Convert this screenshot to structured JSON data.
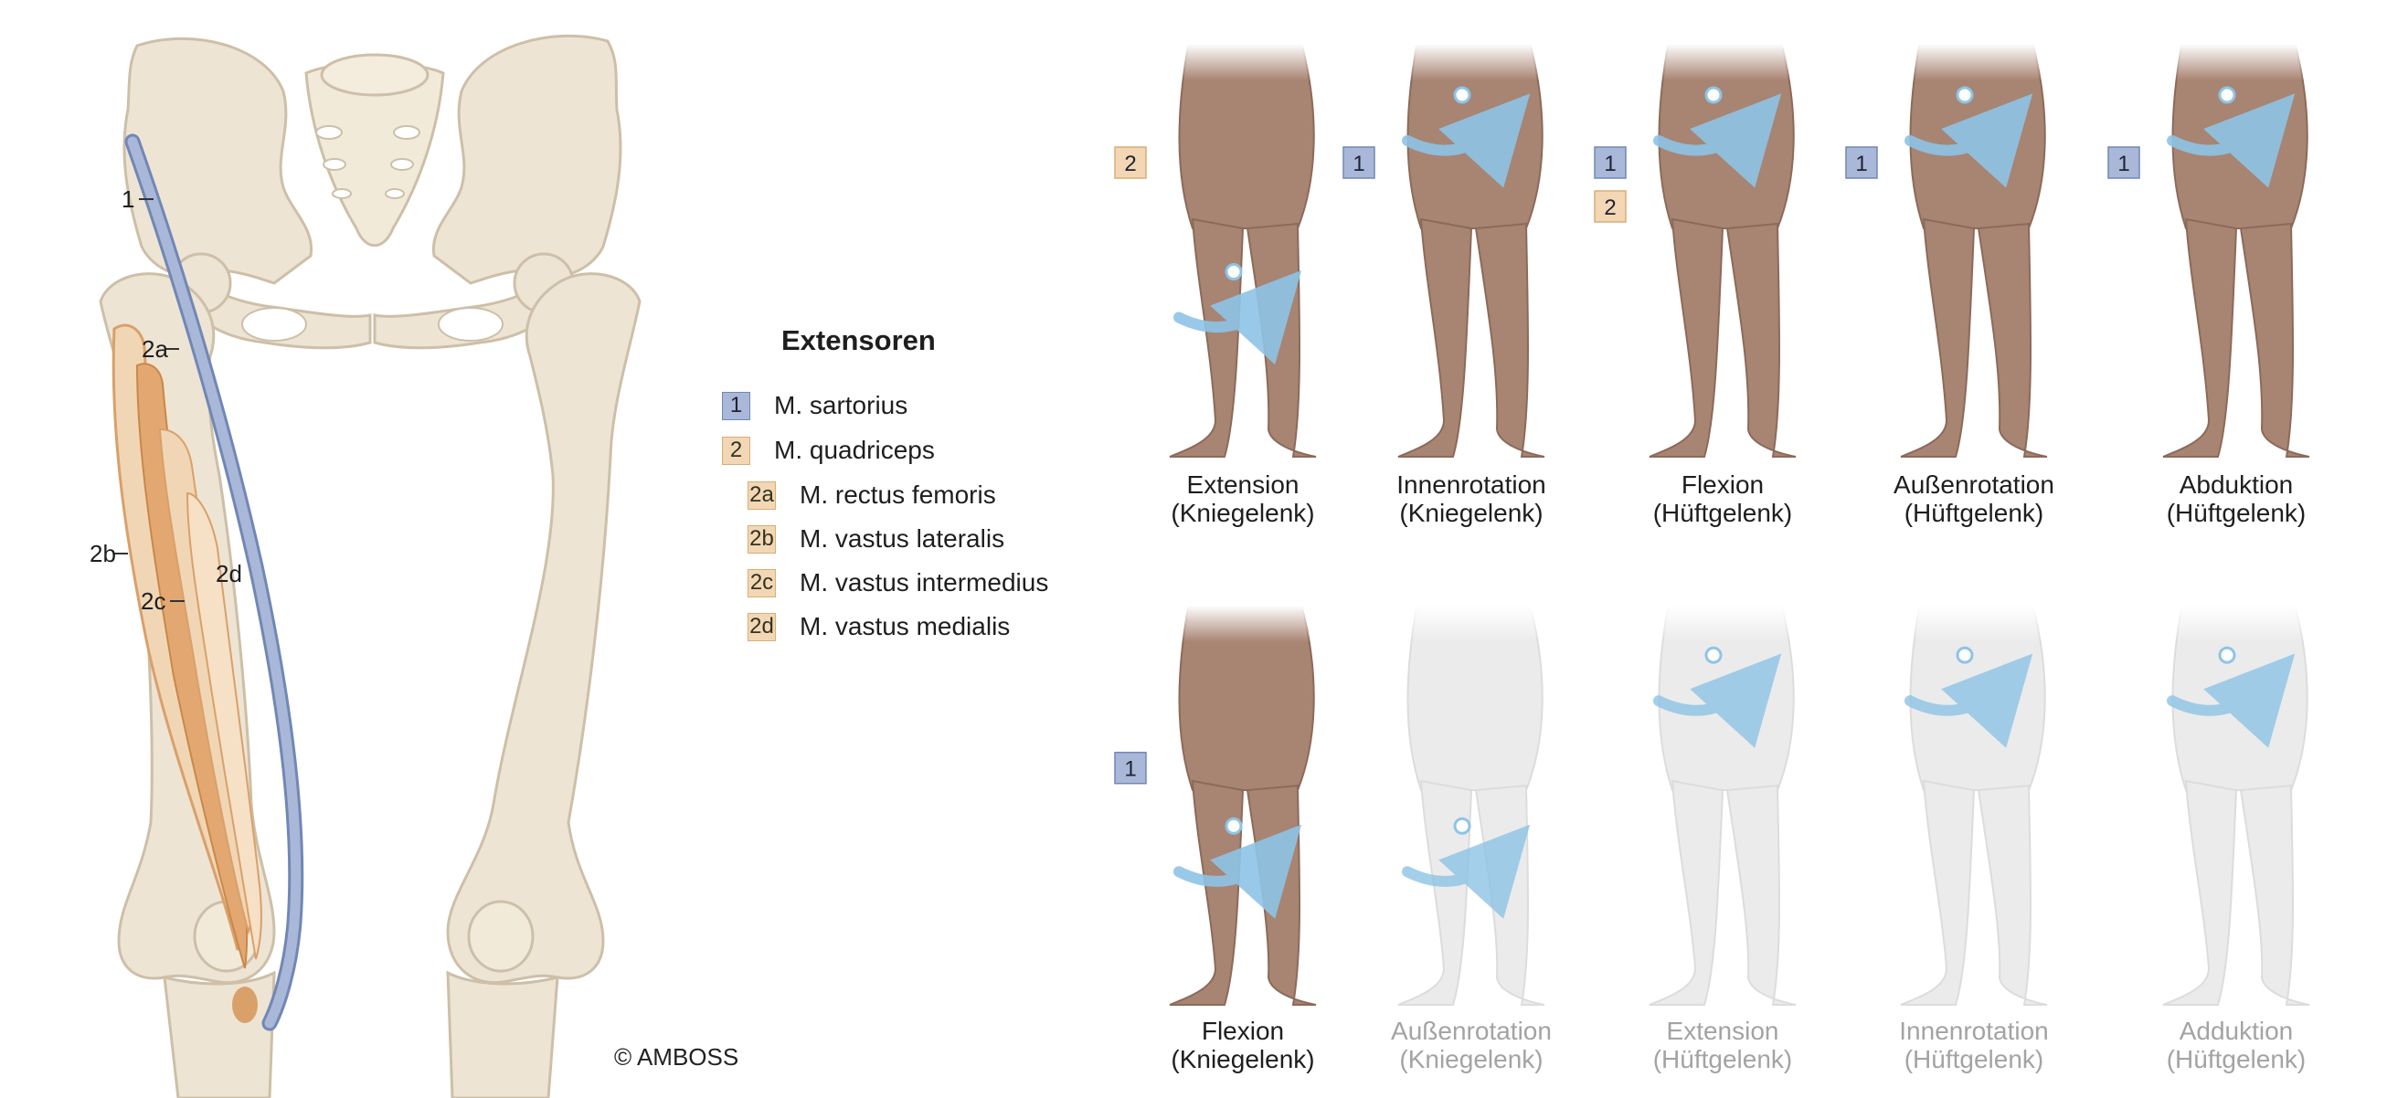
{
  "legend": {
    "title": "Extensoren",
    "items": [
      {
        "badge": "1",
        "label": "M. sartorius",
        "color": "blue"
      },
      {
        "badge": "2",
        "label": "M. quadriceps",
        "color": "tan"
      },
      {
        "badge": "2a",
        "label": "M. rectus femoris",
        "color": "tan"
      },
      {
        "badge": "2b",
        "label": "M. vastus lateralis",
        "color": "tan"
      },
      {
        "badge": "2c",
        "label": "M. vastus intermedius",
        "color": "tan"
      },
      {
        "badge": "2d",
        "label": "M. vastus medialis",
        "color": "tan"
      }
    ]
  },
  "anatomy_labels": [
    "1",
    "2a",
    "2b",
    "2c",
    "2d"
  ],
  "movements_top": [
    {
      "name": "Extension",
      "joint": "(Kniegelenk)",
      "badges": [
        "2"
      ]
    },
    {
      "name": "Innenrotation",
      "joint": "(Kniegelenk)",
      "badges": [
        "1"
      ]
    },
    {
      "name": "Flexion",
      "joint": "(Hüftgelenk)",
      "badges": [
        "1",
        "2"
      ]
    },
    {
      "name": "Außenrotation",
      "joint": "(Hüftgelenk)",
      "badges": [
        "1"
      ]
    },
    {
      "name": "Abduktion",
      "joint": "(Hüftgelenk)",
      "badges": [
        "1"
      ]
    }
  ],
  "movements_bottom": [
    {
      "name": "Flexion",
      "joint": "(Kniegelenk)",
      "badges": [
        "1"
      ],
      "active": true
    },
    {
      "name": "Außenrotation",
      "joint": "(Kniegelenk)",
      "badges": [],
      "active": false
    },
    {
      "name": "Extension",
      "joint": "(Hüftgelenk)",
      "badges": [],
      "active": false
    },
    {
      "name": "Innenrotation",
      "joint": "(Hüftgelenk)",
      "badges": [],
      "active": false
    },
    {
      "name": "Adduktion",
      "joint": "(Hüftgelenk)",
      "badges": [],
      "active": false
    }
  ],
  "copyright": "© AMBOSS",
  "colors": {
    "bone": "#eee4d4",
    "bone_outline": "#cdbfa8",
    "sartorius": "#9fb0d2",
    "quadriceps": "#f1d6b5",
    "quadriceps_dark": "#d9a06a",
    "skin": "#a88472",
    "skin_shadow": "#8c6a5a",
    "ghost": "#ebebeb",
    "arrow": "#8ec4e6",
    "ghost_text": "#a3a3a3"
  }
}
